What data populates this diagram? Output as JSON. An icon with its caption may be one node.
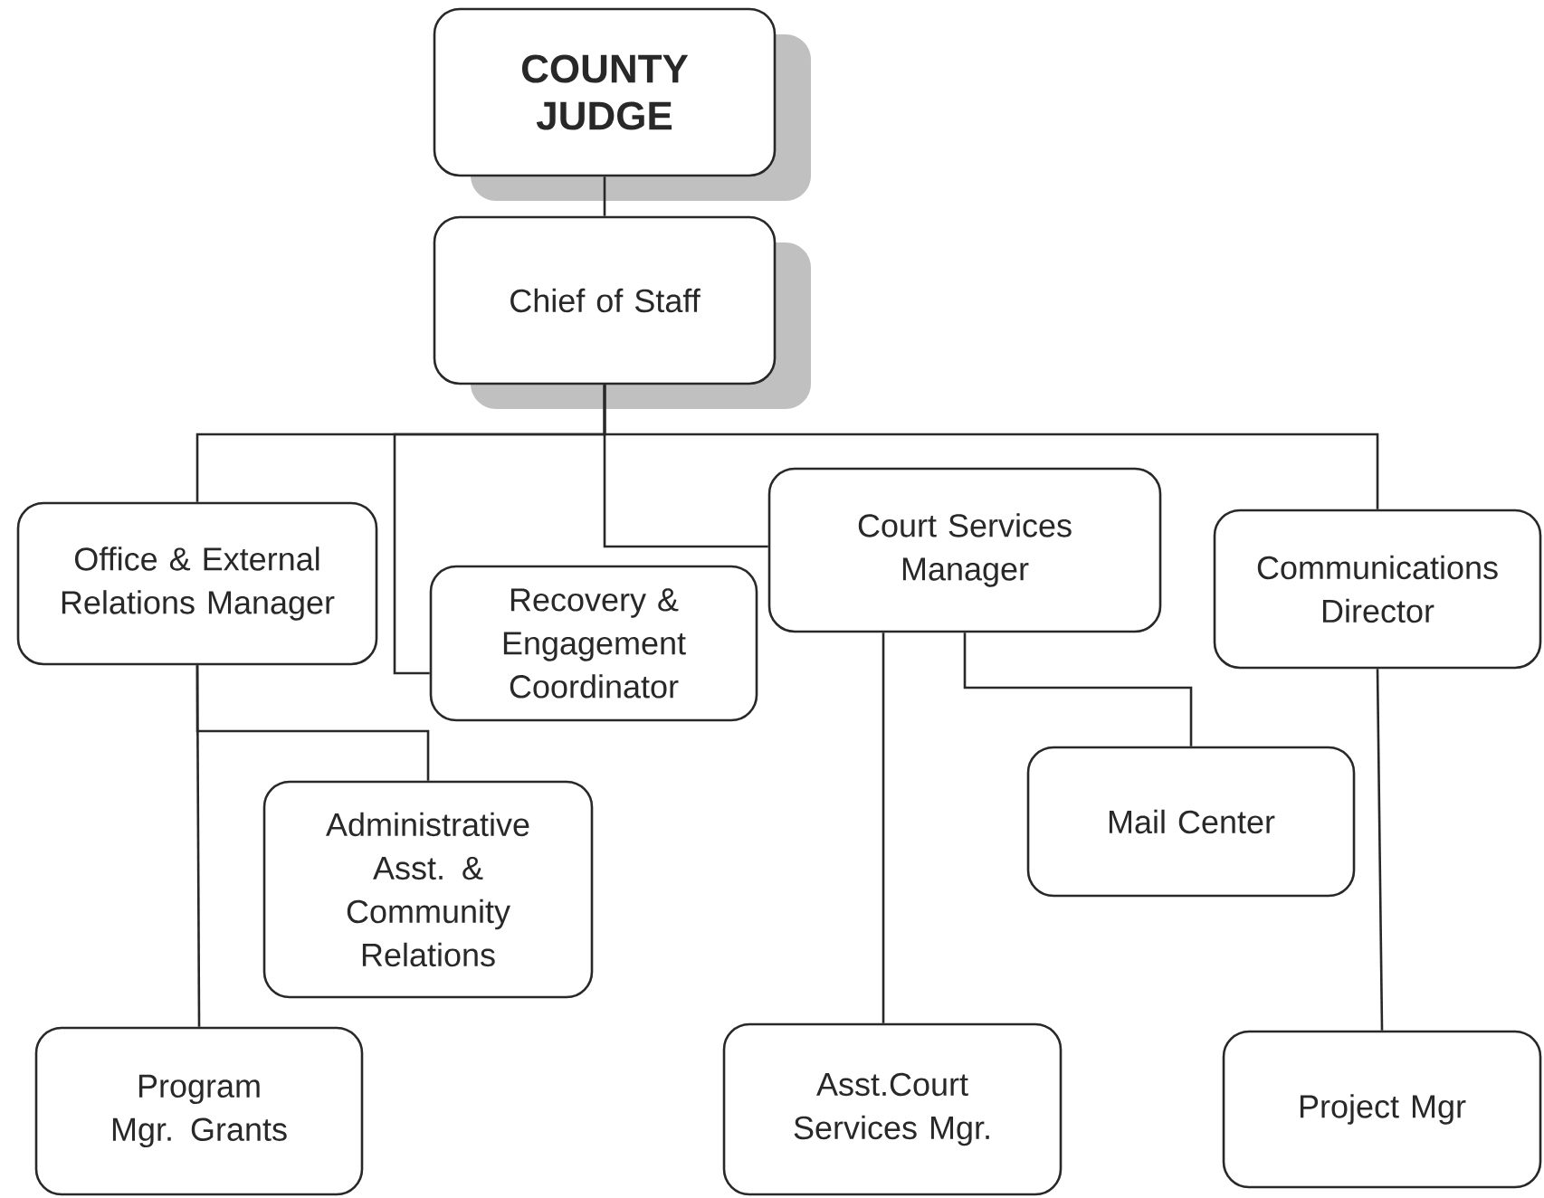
{
  "diagram": {
    "nodes": [
      {
        "text": [
          "COUNTY JUDGE"
        ]
      },
      {
        "text": [
          "Chief of Staff"
        ]
      },
      {
        "text": [
          "Office & External Relations Manager"
        ]
      },
      {
        "text": [
          "Recovery & Engagement Coordinator"
        ]
      },
      {
        "text": [
          "Court Services Manager"
        ]
      },
      {
        "text": [
          "Communications Director"
        ]
      },
      {
        "text": [
          "Administrative Asst. & Community Relations"
        ]
      },
      {
        "text": [
          "Mail Center"
        ]
      },
      {
        "text": [
          "Program Mgr. Grants"
        ]
      },
      {
        "text": [
          "Asst.Court Services Mgr."
        ]
      },
      {
        "text": [
          "Project Mgr"
        ]
      }
    ],
    "edges": [
      {
        "from": 0,
        "to": 1,
        "arrow": "none"
      },
      {
        "from": 1,
        "to": 2,
        "arrow": "none"
      },
      {
        "from": 1,
        "to": 3,
        "arrow": "none"
      },
      {
        "from": 1,
        "to": 4,
        "arrow": "none"
      },
      {
        "from": 1,
        "to": 5,
        "arrow": "none"
      },
      {
        "from": 2,
        "to": 6,
        "arrow": "none"
      },
      {
        "from": 2,
        "to": 8,
        "arrow": "none"
      },
      {
        "from": 4,
        "to": 7,
        "arrow": "none"
      },
      {
        "from": 4,
        "to": 9,
        "arrow": "none"
      },
      {
        "from": 5,
        "to": 10,
        "arrow": "none"
      }
    ]
  }
}
